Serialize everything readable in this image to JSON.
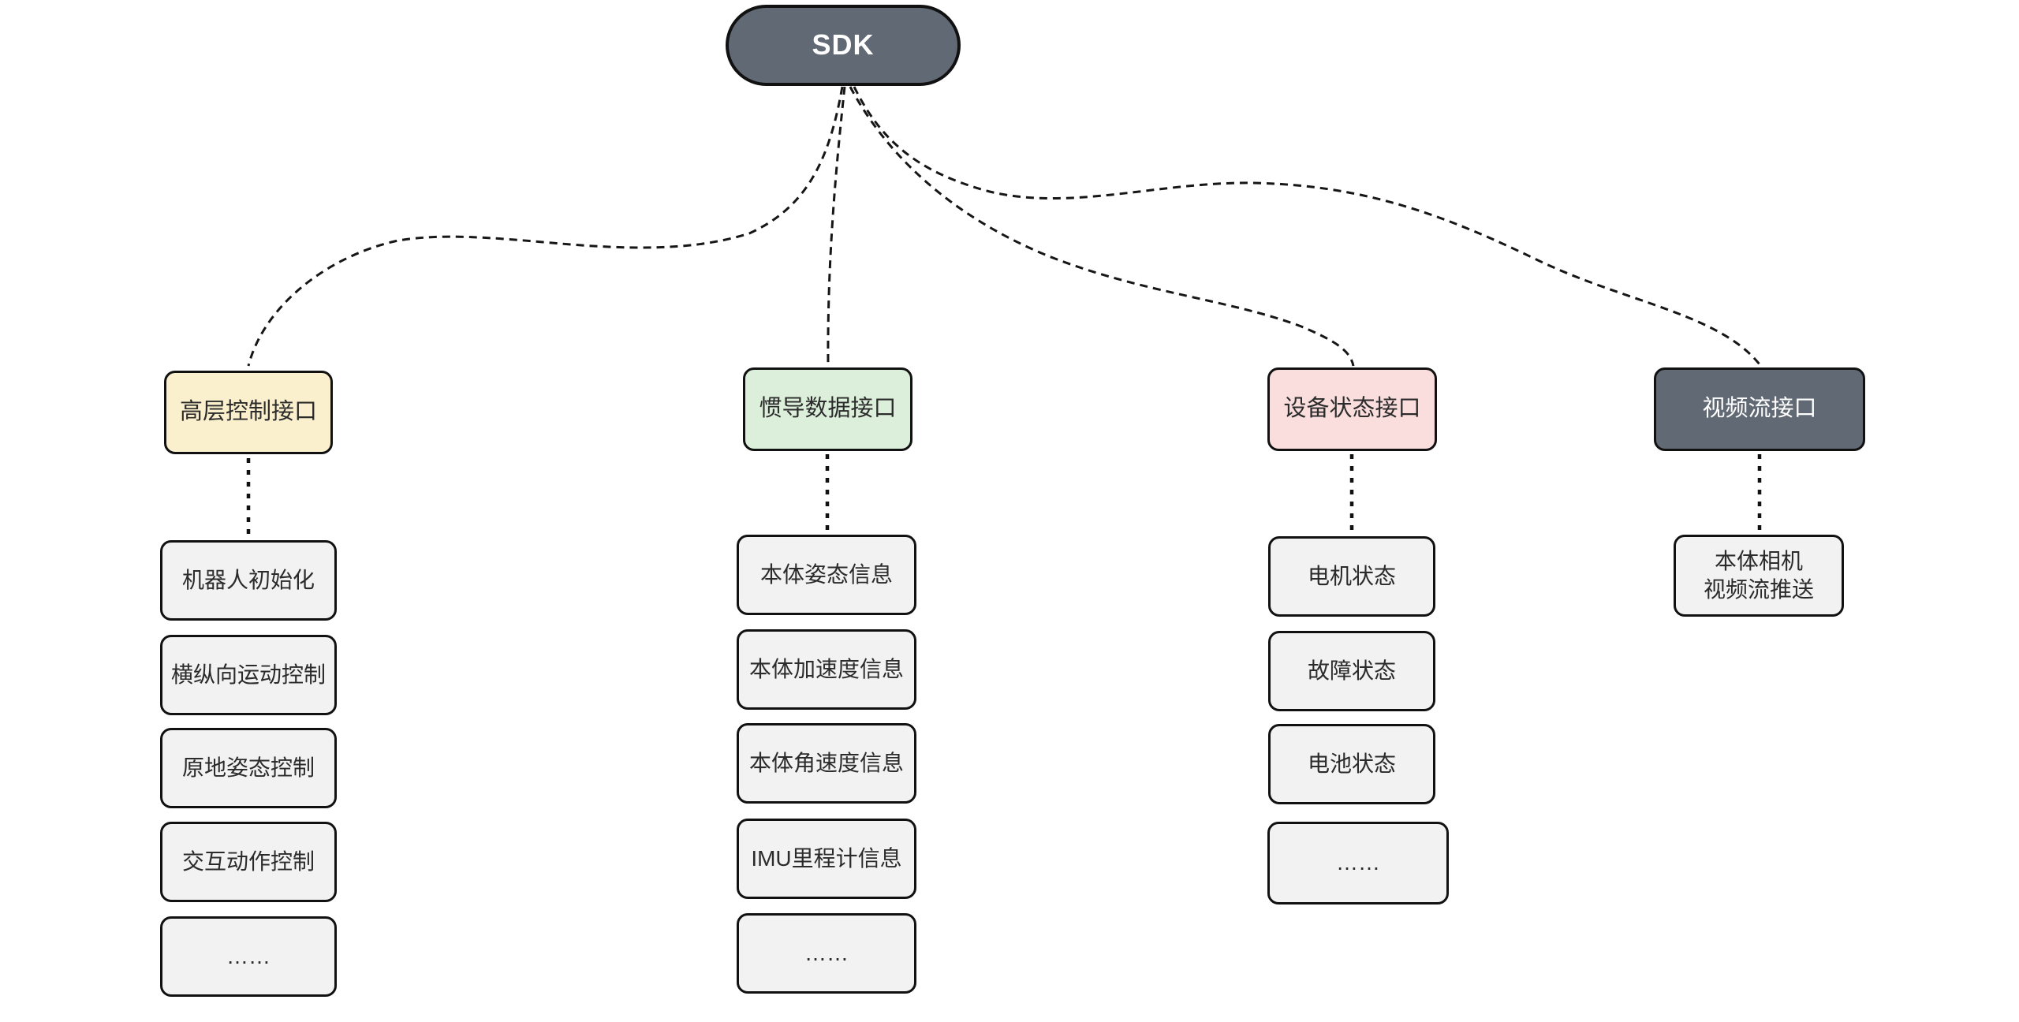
{
  "diagram": {
    "type": "tree",
    "description": "SDK interface tree diagram with dashed connectors"
  },
  "root": {
    "label": "SDK"
  },
  "branches": [
    {
      "label": "高层控制接口",
      "color": "#fbf0cd",
      "children": [
        "机器人初始化",
        "横纵向运动控制",
        "原地姿态控制",
        "交互动作控制",
        "……"
      ]
    },
    {
      "label": "惯导数据接口",
      "color": "#dcefdb",
      "children": [
        "本体姿态信息",
        "本体加速度信息",
        "本体角速度信息",
        "IMU里程计信息",
        "……"
      ]
    },
    {
      "label": "设备状态接口",
      "color": "#fadedd",
      "children": [
        "电机状态",
        "故障状态",
        "电池状态",
        "……"
      ]
    },
    {
      "label": "视频流接口",
      "color": "#616974",
      "children": [
        "本体相机\n视频流推送"
      ]
    }
  ],
  "colors": {
    "root_fill": "#616974",
    "leaf_fill": "#f2f2f2",
    "border": "#111111",
    "connector": "#161616",
    "background": "#ffffff",
    "dark_node_text": "#ffffff",
    "light_node_text": "#2b2b2b"
  }
}
